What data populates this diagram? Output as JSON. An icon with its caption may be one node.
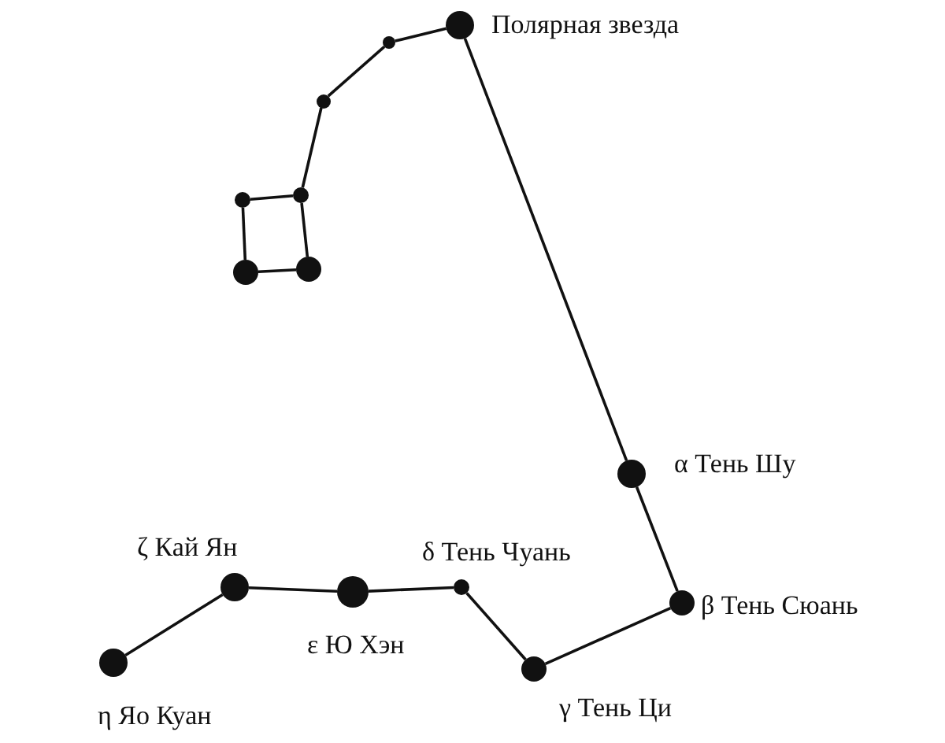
{
  "diagram": {
    "nodes": [
      {
        "text": [],
        "shape": "circle",
        "beside": [
          "Полярная звезда"
        ]
      },
      {
        "text": [],
        "shape": "circle"
      },
      {
        "text": [],
        "shape": "circle"
      },
      {
        "text": [],
        "shape": "circle"
      },
      {
        "text": [],
        "shape": "circle"
      },
      {
        "text": [],
        "shape": "circle"
      },
      {
        "text": [],
        "shape": "circle"
      },
      {
        "text": [],
        "shape": "circle",
        "beside": [
          "α Тень Шу"
        ]
      },
      {
        "text": [],
        "shape": "circle",
        "beside": [
          "β Тень Сюань"
        ]
      },
      {
        "text": [],
        "shape": "circle",
        "beside": [
          "γ Тень Ци"
        ]
      },
      {
        "text": [],
        "shape": "circle",
        "beside": [
          "δ Тень Чуань"
        ]
      },
      {
        "text": [],
        "shape": "circle",
        "beside": [
          "ε Ю Хэн"
        ]
      },
      {
        "text": [],
        "shape": "circle",
        "beside": [
          "ζ Кай Ян"
        ]
      },
      {
        "text": [],
        "shape": "circle",
        "beside": [
          "η Яо Куан"
        ]
      }
    ],
    "edges": [
      {
        "from": 0,
        "to": 1,
        "arrow": "none"
      },
      {
        "from": 1,
        "to": 2,
        "arrow": "none"
      },
      {
        "from": 2,
        "to": 3,
        "arrow": "none"
      },
      {
        "from": 3,
        "to": 4,
        "arrow": "none"
      },
      {
        "from": 4,
        "to": 5,
        "arrow": "none"
      },
      {
        "from": 5,
        "to": 6,
        "arrow": "none"
      },
      {
        "from": 6,
        "to": 3,
        "arrow": "none"
      },
      {
        "from": 0,
        "to": 7,
        "arrow": "none"
      },
      {
        "from": 7,
        "to": 8,
        "arrow": "none"
      },
      {
        "from": 8,
        "to": 9,
        "arrow": "none"
      },
      {
        "from": 9,
        "to": 10,
        "arrow": "none"
      },
      {
        "from": 10,
        "to": 11,
        "arrow": "none"
      },
      {
        "from": 11,
        "to": 12,
        "arrow": "none"
      },
      {
        "from": 12,
        "to": 13,
        "arrow": "none"
      }
    ]
  }
}
